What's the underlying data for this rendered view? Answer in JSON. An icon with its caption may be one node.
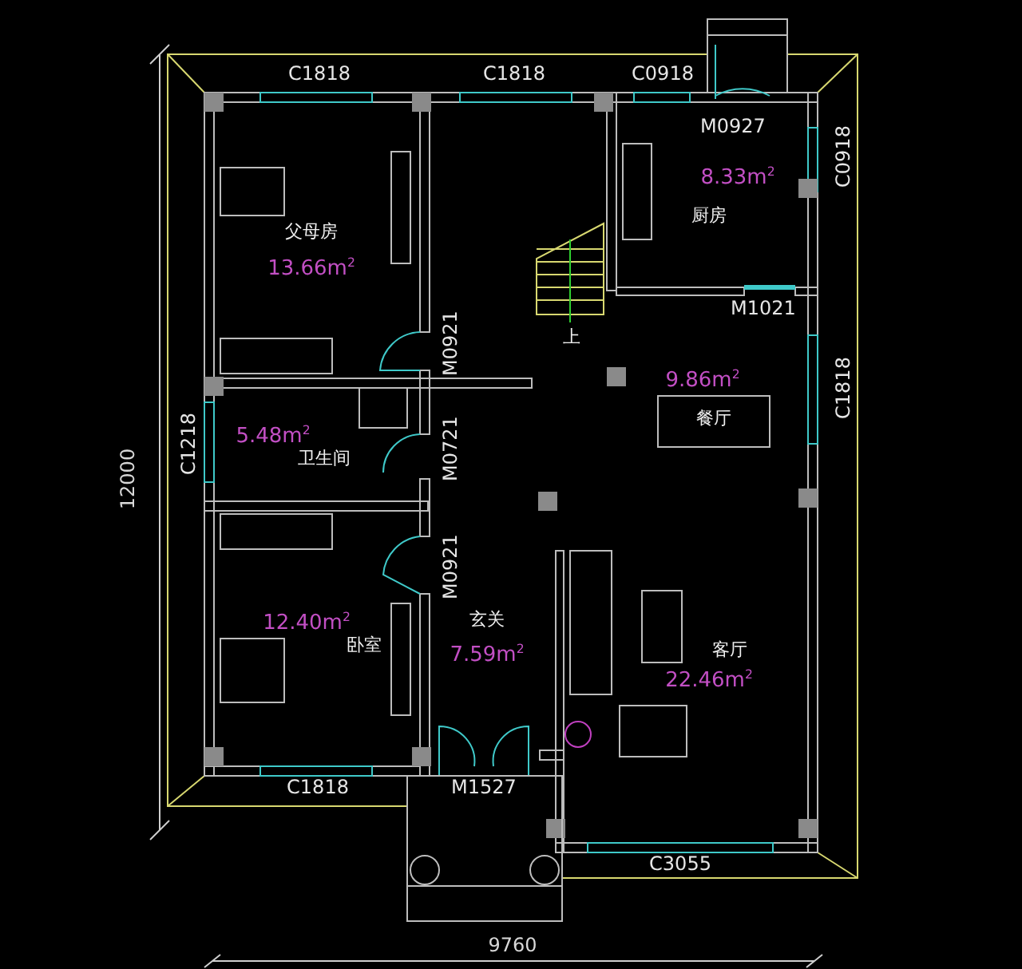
{
  "diagram": {
    "labels": [
      "C1818",
      "C1818",
      "C0918",
      "M0927",
      "C0918",
      "8.33m$^{2}$",
      "厨房",
      "父母房",
      "13.66m$^{2}$",
      "M1021",
      "M0921",
      "上",
      "C1818",
      "9.86m$^{2}$",
      "餐厅",
      "C1218",
      "5.48m$^{2}$",
      "卫生间",
      "M0721",
      "M0921",
      "12.40m$^{2}$",
      "卧室",
      "玄关",
      "7.59m$^{2}$",
      "客厅",
      "22.46m$^{2}$",
      "C1818",
      "M1527",
      "C3055",
      "12000",
      "9760"
    ]
  }
}
